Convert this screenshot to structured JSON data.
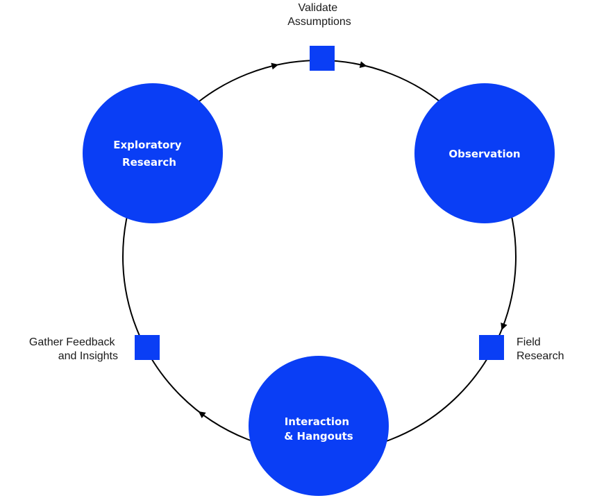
{
  "colors": {
    "accent": "#0a3ef5",
    "line": "#000000",
    "background": "#ffffff"
  },
  "nodes": [
    {
      "lines": [
        "Exploratory",
        "Research"
      ]
    },
    {
      "lines": [
        "Observation"
      ]
    },
    {
      "lines": [
        "Interaction",
        "& Hangouts"
      ]
    }
  ],
  "steps": [
    {
      "lines": [
        "Validate",
        "Assumptions"
      ]
    },
    {
      "lines": [
        "Field",
        "Research"
      ]
    },
    {
      "lines": [
        "Gather Feedback",
        "and Insights"
      ]
    }
  ]
}
